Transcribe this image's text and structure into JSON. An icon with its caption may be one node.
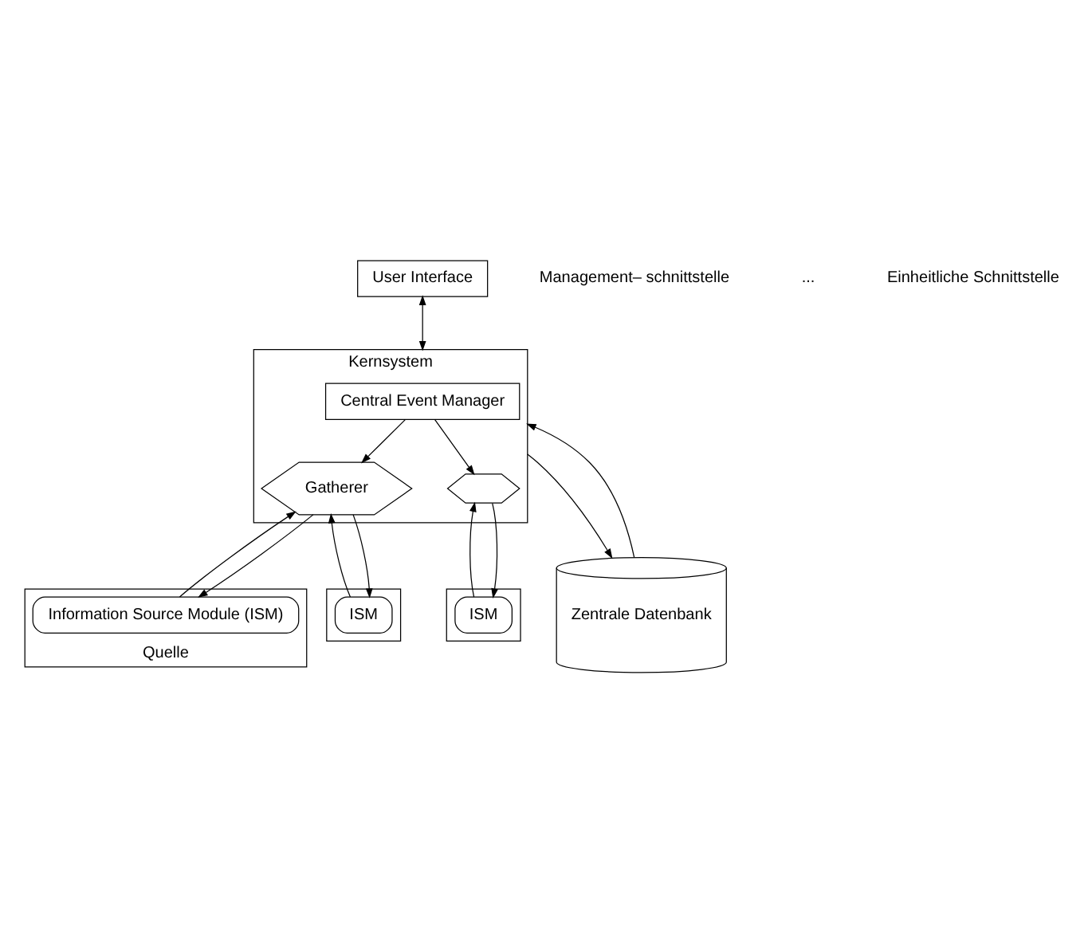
{
  "diagram": {
    "nodes": [
      {
        "text": [
          "User Interface"
        ]
      },
      {
        "text": [
          "Kernsystem"
        ]
      },
      {
        "text": [
          "Central Event Manager"
        ],
        "in": 1
      },
      {
        "text": [
          "Gatherer"
        ],
        "in": 1
      },
      {
        "text": [],
        "shape": "hexagon",
        "in": 1
      },
      {
        "text": [
          "Zentrale Datenbank"
        ]
      },
      {
        "text": [
          "Quelle"
        ]
      },
      {
        "text": [
          "Information Source Module (ISM)"
        ],
        "in": 6
      },
      {
        "text": [],
        "shape": "box"
      },
      {
        "text": [
          "ISM"
        ],
        "in": 8
      },
      {
        "text": [],
        "shape": "box"
      },
      {
        "text": [
          "ISM"
        ],
        "in": 10
      }
    ],
    "edges": [
      {
        "from": 0,
        "to": 1,
        "arrow": "both"
      },
      {
        "from": 1,
        "to": 5,
        "arrow": "to"
      },
      {
        "from": 5,
        "to": 1,
        "arrow": "to"
      },
      {
        "from": 2,
        "to": 3,
        "arrow": "to"
      },
      {
        "from": 2,
        "to": 4,
        "arrow": "to"
      },
      {
        "from": 3,
        "to": 7,
        "arrow": "to"
      },
      {
        "from": 7,
        "to": 3,
        "arrow": "to"
      },
      {
        "from": 3,
        "to": 9,
        "arrow": "to"
      },
      {
        "from": 9,
        "to": 3,
        "arrow": "to"
      },
      {
        "from": 4,
        "to": 11,
        "arrow": "to"
      },
      {
        "from": 11,
        "to": 4,
        "arrow": "to"
      }
    ],
    "labels": [
      "Management– schnittstelle",
      "...",
      "Einheitliche Schnittstelle"
    ]
  }
}
